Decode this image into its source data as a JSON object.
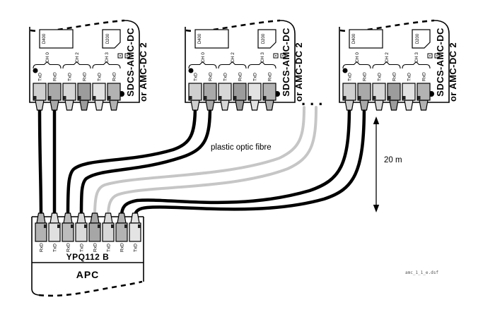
{
  "amc_board": {
    "count_shown": 3,
    "title_line1": "SDCS-AMC-DC",
    "title_line2": "or AMC-DC 2",
    "chip_large": "D400",
    "chip_small": "D200",
    "channels": [
      "CH 0",
      "CH 2",
      "CH 3"
    ],
    "ports": [
      "TxD",
      "RxD",
      "TxD",
      "RxD",
      "TxD",
      "RxD"
    ]
  },
  "apc_unit": {
    "board_label": "YPQ112 B",
    "unit_label": "APC",
    "ports": [
      "RxD",
      "TxD",
      "RxD",
      "TxD",
      "RxD",
      "TxD",
      "RxD",
      "TxD"
    ]
  },
  "annotations": {
    "fibre_label": "plastic optic fibre",
    "distance_label": "20 m",
    "ellipsis": "...",
    "filename": "amc_1_1_e.dsf"
  },
  "colors": {
    "cable_black": "#000000",
    "cable_grey": "#c6c6c6",
    "outline": "#000000"
  }
}
